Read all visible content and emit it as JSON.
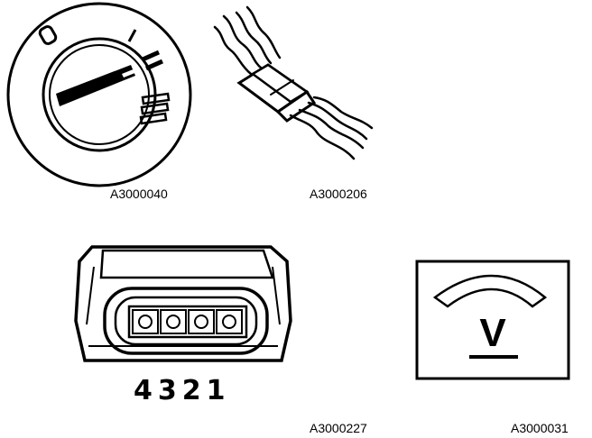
{
  "figures": [
    {
      "caption": "A3000040"
    },
    {
      "caption": "A3000206"
    },
    {
      "caption": "A3000227",
      "pin_numbers": "4321"
    },
    {
      "caption": "A3000031",
      "meter_symbol": "V"
    }
  ]
}
